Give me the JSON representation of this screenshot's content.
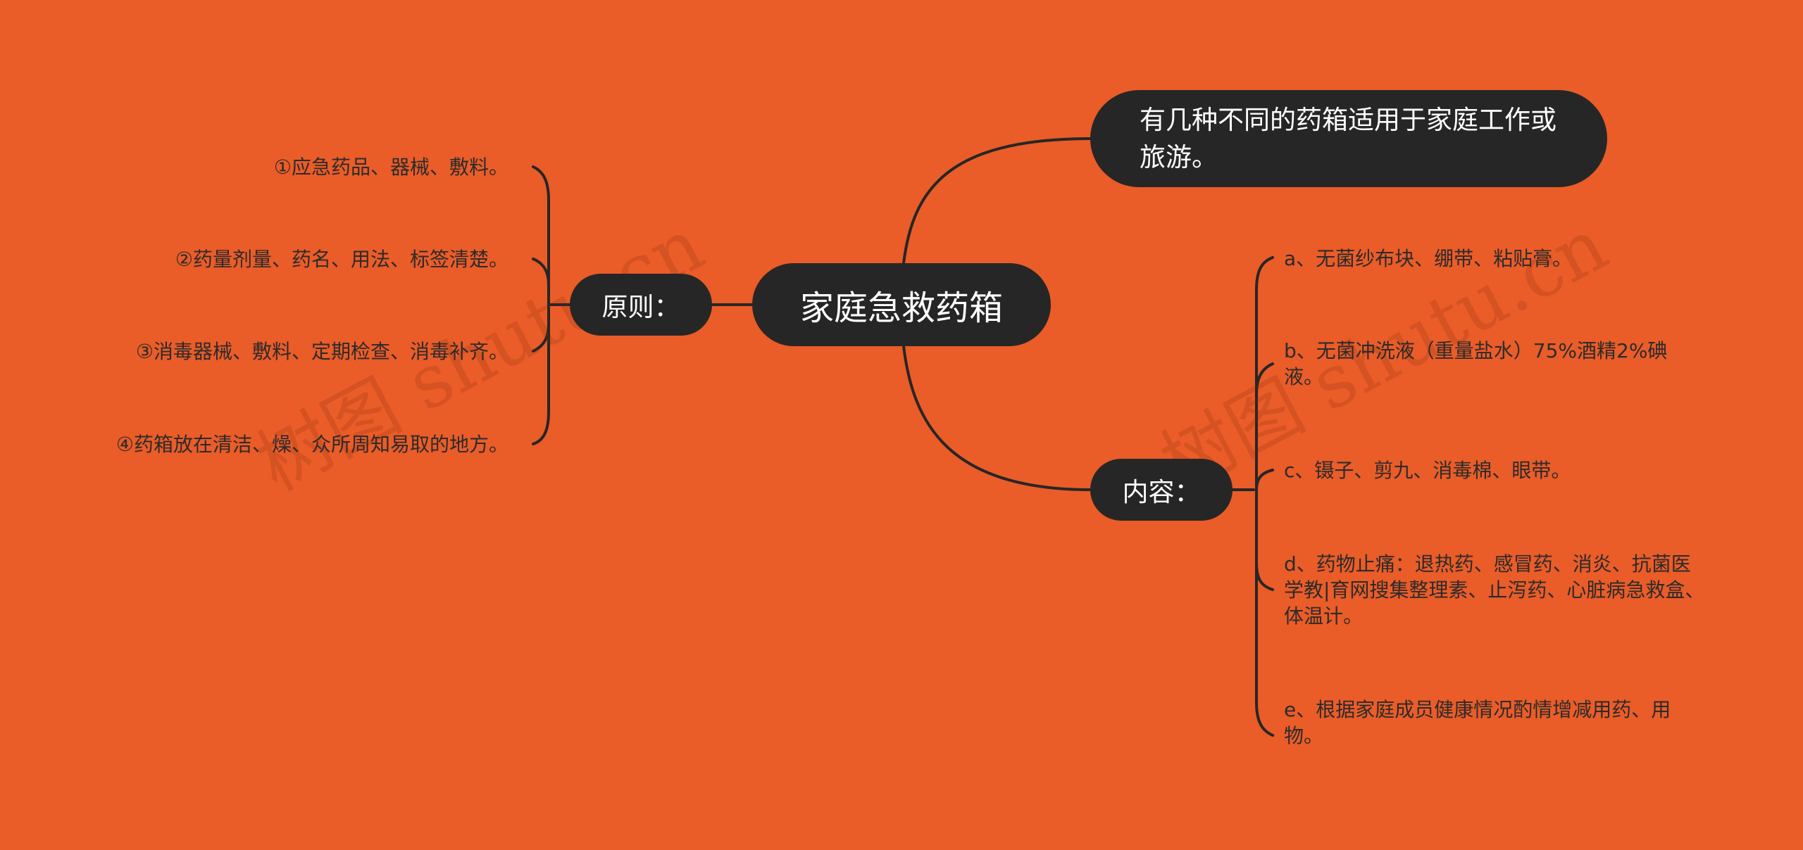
{
  "colors": {
    "background": "#ea5c28",
    "node_fill": "#262626",
    "node_text": "#ffffff",
    "leaf_text": "#2b2b2b",
    "connector": "#262626"
  },
  "mindmap": {
    "root": "家庭急救药箱",
    "intro": "有几种不同的药箱适用于家庭工作或旅游。",
    "principles": {
      "label": "原则：",
      "items": [
        "①应急药品、器械、敷料。",
        "②药量剂量、药名、用法、标签清楚。",
        "③消毒器械、敷料、定期检查、消毒补齐。",
        "④药箱放在清洁、燥、众所周知易取的地方。"
      ]
    },
    "contents": {
      "label": "内容：",
      "items": [
        "a、无菌纱布块、绷带、粘贴膏。",
        "b、无菌冲洗液（重量盐水）75%酒精2%碘液。",
        "c、镊子、剪九、消毒棉、眼带。",
        "d、药物止痛：退热药、感冒药、消炎、抗菌医学教|育网搜集整理素、止泻药、心脏病急救盒、体温计。",
        "e、根据家庭成员健康情况酌情增减用药、用物。"
      ]
    }
  },
  "watermarks": [
    "树图 shutu.cn",
    "树图 shutu.cn"
  ]
}
